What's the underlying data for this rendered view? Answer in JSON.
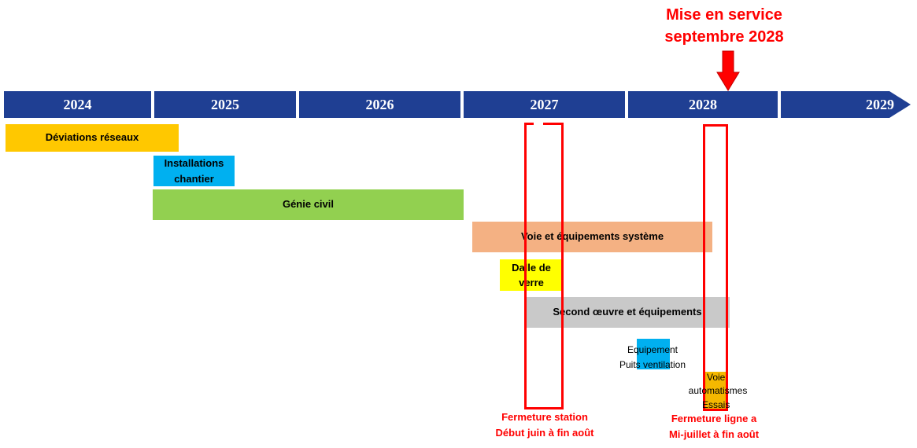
{
  "milestone": {
    "line1": "Mise en service",
    "line2": "septembre 2028"
  },
  "years": [
    "2024",
    "2025",
    "2026",
    "2027",
    "2028",
    "2029"
  ],
  "tasks": {
    "deviations": "Déviations réseaux",
    "installations_1": "Installations",
    "installations_2": "chantier",
    "genie_civil": "Génie civil",
    "voie_equipements": "Voie et équipements système",
    "dalle_1": "Dalle de",
    "dalle_2": "verre",
    "second_oeuvre": "Second œuvre et équipements",
    "equipement_1": "Equipement",
    "equipement_2": "Puits ventilation",
    "voie_1": "Voie",
    "voie_2": "automatismes",
    "voie_3": "Essais"
  },
  "closures": {
    "station_1": "Fermeture station",
    "station_2": "Début juin à fin août",
    "ligne_1": "Fermeture ligne a",
    "ligne_2": "Mi-juillet à fin août"
  },
  "colors": {
    "timeline": "#1f3f93",
    "deviations": "#ffc800",
    "installations": "#00b0f0",
    "genie_civil": "#92d050",
    "voie_equipements": "#f4b183",
    "dalle": "#ffff00",
    "second_oeuvre": "#c9c9c9",
    "essais": "#f5b800",
    "closure": "#ff0000"
  }
}
